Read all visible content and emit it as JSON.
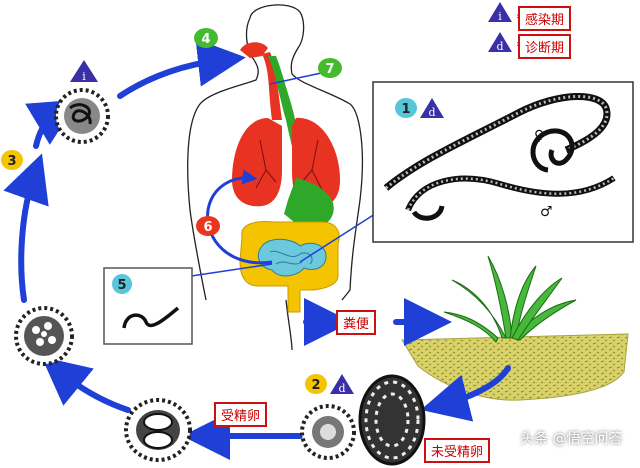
{
  "legend": {
    "infective": {
      "symbol": "i",
      "label": "感染期"
    },
    "diagnostic": {
      "symbol": "d",
      "label": "诊断期"
    }
  },
  "steps": {
    "s1": {
      "num": "1",
      "symbol": "d"
    },
    "s2": {
      "num": "2",
      "symbol": "d"
    },
    "s3": {
      "num": "3"
    },
    "s4": {
      "num": "4"
    },
    "s5": {
      "num": "5"
    },
    "s6": {
      "num": "6"
    },
    "s7": {
      "num": "7"
    },
    "i_marker": {
      "symbol": "i"
    }
  },
  "labels": {
    "feces": "粪便",
    "fertilized": "受精卵",
    "unfertilized": "未受精卵"
  },
  "worm_symbols": {
    "female": "♀",
    "male": "♂"
  },
  "watermark": "头条 @悟空问答",
  "colors": {
    "arrow_blue": "#1f3fd6",
    "badge_green": "#44bb2e",
    "badge_yellow": "#f4c400",
    "badge_red": "#e8371e",
    "badge_cyan": "#57c6d9",
    "triangle_purple": "#3a2fa6",
    "label_red": "#cc0000",
    "lung_red": "#e83222",
    "stomach_green": "#2fa82a",
    "intestine_yellow": "#f5c400",
    "intestine_cyan": "#6cc8dd",
    "soil": "#d9d26a"
  }
}
